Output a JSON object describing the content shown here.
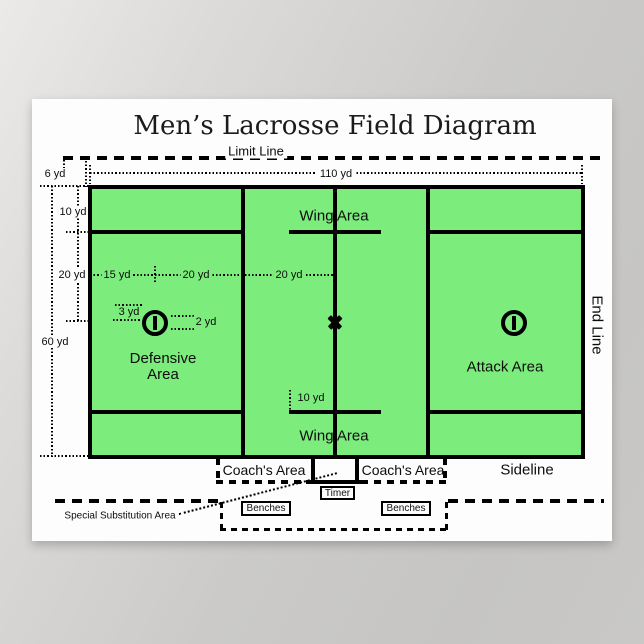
{
  "title": "Men’s Lacrosse Field Diagram",
  "field": {
    "limit_line": "Limit Line",
    "end_line": "End Line",
    "sideline": "Sideline",
    "wing_area_top": "Wing Area",
    "wing_area_bottom": "Wing Area",
    "defensive_area_line1": "Defensive",
    "defensive_area_line2": "Area",
    "attack_area": "Attack Area"
  },
  "bench_zone": {
    "coachs_area_left": "Coach's Area",
    "coachs_area_right": "Coach's Area",
    "timer": "Timer",
    "benches_left": "Benches",
    "benches_right": "Benches",
    "special_substitution_area": "Special Substitution Area"
  },
  "measurements": {
    "limit_offset": "6 yd",
    "field_length": "110 yd",
    "wing_band_depth": "10 yd",
    "restraining_depth": "20 yd",
    "field_width": "60 yd",
    "end_to_goal": "15 yd",
    "goal_to_restraining": "20 yd",
    "restraining_to_center": "20 yd",
    "crease_front": "3 yd",
    "crease_back": "2 yd",
    "wing_line_length": "10 yd"
  },
  "colors": {
    "field_green": "#7cec7c",
    "line_black": "#000000",
    "poster_white": "#fdfdfd",
    "backdrop_gray": "#c7c6c4"
  }
}
